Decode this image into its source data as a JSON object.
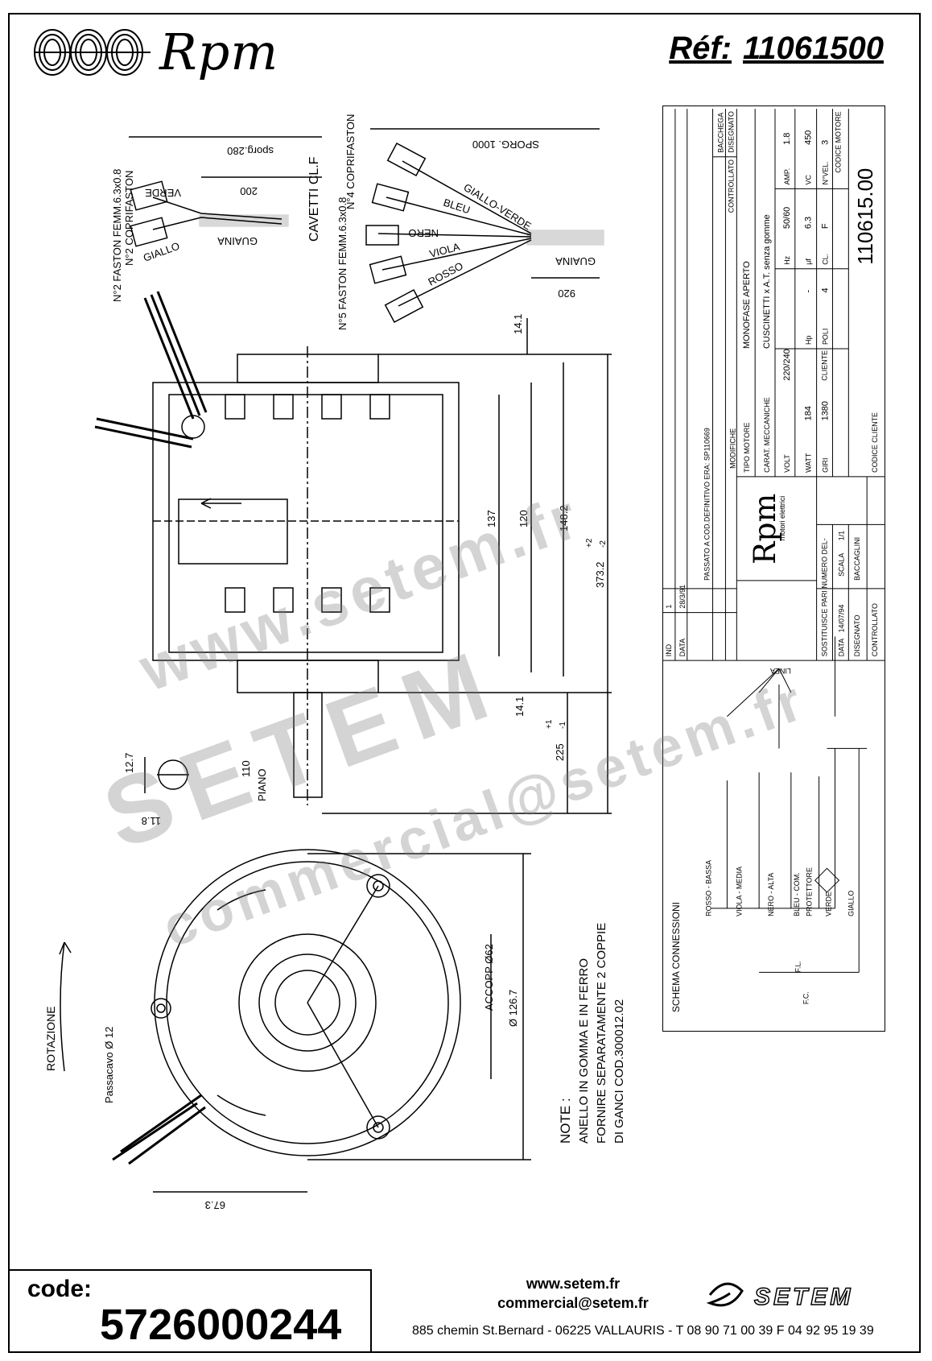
{
  "header": {
    "brand": "Rpm",
    "ref_label": "Réf:",
    "ref_value": "11061500"
  },
  "drawing": {
    "wires_left": {
      "note_fastons": "N°2 FASTON FEMM.6.3x0.8",
      "note_covers": "N°2 COPRIFASTON",
      "sporg": "sporg.280",
      "dim_200": "200",
      "verde": "VERDE",
      "giallo": "GIALLO",
      "guaina": "GUAINA"
    },
    "wires_right": {
      "cavetti": "CAVETTI CL.F",
      "note_fastons": "N°5 FASTON FEMM.6.3x0.8",
      "note_covers": "N°4 COPRIFASTON",
      "sporg": "SPORG. 1000",
      "colors": [
        "GIALLO-VERDE",
        "BLEU",
        "NERO",
        "VIOLA",
        "ROSSO"
      ],
      "guaina": "GUAINA",
      "dim_920": "920"
    },
    "dimensions": {
      "d141_top": "14.1",
      "d137": "137",
      "d120": "120",
      "d1482": "148.2",
      "d3732": "373.2",
      "d3732_tol_plus": "+2",
      "d3732_tol_minus": "-2",
      "d141_bot": "14.1",
      "d225": "225",
      "d225_tol_plus": "+1",
      "d225_tol_minus": "-1",
      "d110": "110",
      "piano": "PIANO",
      "d127": "12.7",
      "d118": "11.8",
      "accopp": "ACCOPP Ø62",
      "d1267": "Ø 126.7",
      "d673": "67.3",
      "passacavo": "Passacavo Ø 12",
      "rotazione": "ROTAZIONE"
    },
    "notes": {
      "title": "NOTE :",
      "line1": "ANELLO IN GOMMA E IN FERRO",
      "line2": "FORNIRE SEPARATAMENTE 2 COPPIE",
      "line3": "DI GANCI COD.300012.02"
    },
    "schema": {
      "title": "SCHEMA CONNESSIONI",
      "linea": "LINEA",
      "labels": [
        "ROSSO - BASSA",
        "VIOLA - MEDIA",
        "NERO - ALTA",
        "BLEU - COM.",
        "PROTETTORE",
        "VERDE",
        "GIALLO"
      ],
      "fl": "F.L.",
      "fc": "F.C."
    }
  },
  "title_block": {
    "mod_headers": [
      "IND",
      "DATA",
      "MODIFICHE",
      "BACCHEGA",
      "DISEGNATO",
      "CONTROLLATO"
    ],
    "mod_row": [
      "1",
      "28/3/91",
      "PASSATO A COD.DEFINITIVO ERA: SP110669"
    ],
    "brand": "Rpm",
    "brand_sub": "motori elettrici",
    "tipo_motore_label": "TIPO MOTORE",
    "tipo_motore_value": "MONOFASE APERTO",
    "carat_label": "CARAT. MECCANICHE",
    "carat_value": "CUSCINETTI x A.T. senza gomme",
    "specs": [
      {
        "k": "VOLT",
        "v": "220/240"
      },
      {
        "k": "Hz",
        "v": "50/60"
      },
      {
        "k": "AMP.",
        "v": "1.8"
      },
      {
        "k": "WATT",
        "v": "184"
      },
      {
        "k": "Hp",
        "v": "-"
      },
      {
        "k": "µf",
        "v": "6.3"
      },
      {
        "k": "VC",
        "v": "450"
      },
      {
        "k": "GIRI",
        "v": "1380"
      },
      {
        "k": "POLI",
        "v": "4"
      },
      {
        "k": "CL.",
        "v": "F"
      },
      {
        "k": "N°VEL.",
        "v": "3"
      }
    ],
    "sostituisce": "SOSTITUISCE PARI NUMERO DEL",
    "sostituisce_value": "-",
    "scala_label": "SCALA",
    "scala_value": "1/1",
    "data_label": "DATA",
    "data_value": "14/07/94",
    "disegnato_label": "DISEGNATO",
    "disegnato_value": "BACCAGLINI",
    "controllato_label": "CONTROLLATO",
    "cliente_label": "CLIENTE",
    "codice_cliente_label": "CODICE CLIENTE",
    "codice_motore_label": "CODICE MOTORE",
    "codice_motore_value": "110615.00"
  },
  "watermark": {
    "line1": "www.setem.fr",
    "line2": "SETEM",
    "line3": "commercial@setem.fr"
  },
  "footer": {
    "code_label": "code:",
    "code_value": "5726000244",
    "web": "www.setem.fr",
    "email": "commercial@setem.fr",
    "brand": "SETEM",
    "address": "885 chemin St.Bernard  -  06225 VALLAURIS  -  T 08 90 71 00 39  F 04 92 95 19 39"
  }
}
